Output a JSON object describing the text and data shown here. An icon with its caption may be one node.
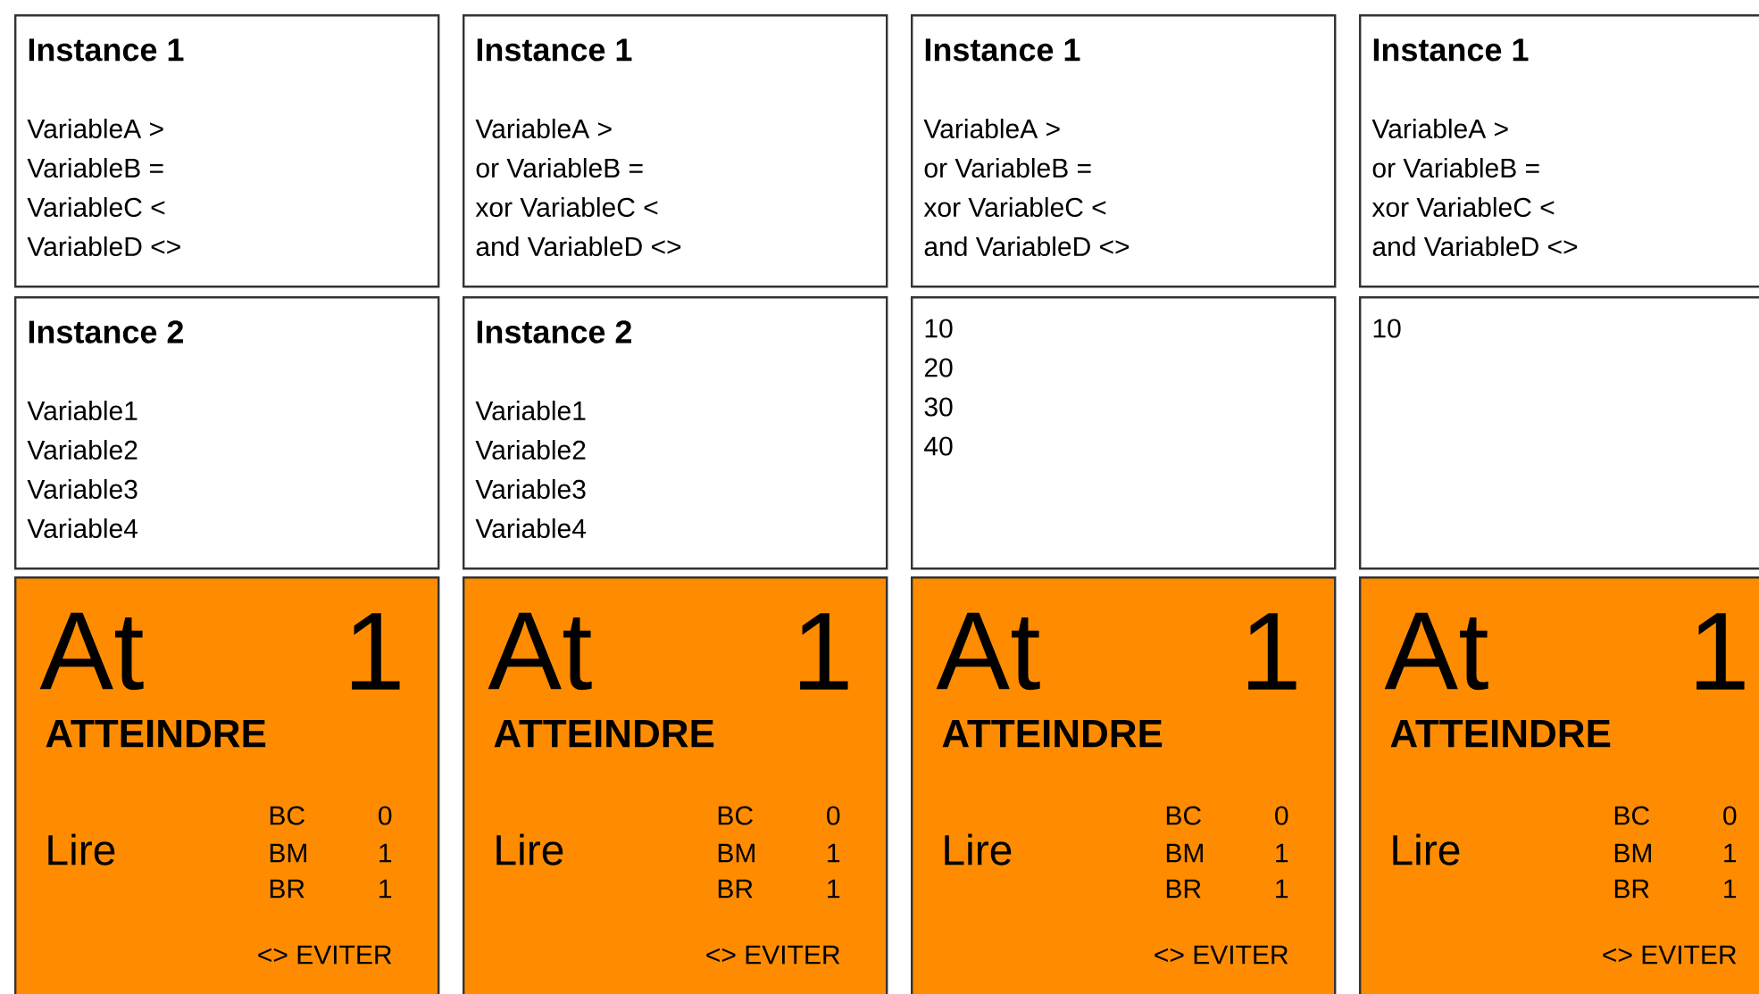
{
  "diagram": {
    "nodes": [
      {
        "text": [
          "Instance 1",
          "VariableA >",
          "VariableB =",
          "VariableC <",
          "VariableD <>"
        ]
      },
      {
        "text": [
          "Instance 1",
          "VariableA >",
          "or VariableB =",
          "xor VariableC <",
          "and VariableD <>"
        ]
      },
      {
        "text": [
          "Instance 1",
          "VariableA >",
          "or VariableB =",
          "xor VariableC <",
          "and VariableD <>"
        ]
      },
      {
        "text": [
          "Instance 1",
          "VariableA >",
          "or VariableB =",
          "xor VariableC <",
          "and VariableD <>"
        ]
      },
      {
        "text": [
          "Instance 2",
          "Variable1",
          "Variable2",
          "Variable3",
          "Variable4"
        ]
      },
      {
        "text": [
          "Instance 2",
          "Variable1",
          "Variable2",
          "Variable3",
          "Variable4"
        ]
      },
      {
        "text": [
          "10",
          "20",
          "30",
          "40"
        ]
      },
      {
        "text": [
          "10"
        ]
      },
      {
        "text": [
          "At",
          "1",
          "ATTEINDRE",
          "Lire",
          "BC",
          "0",
          "BM",
          "1",
          "BR",
          "1",
          "<> EVITER"
        ]
      },
      {
        "text": [
          "At",
          "1",
          "ATTEINDRE",
          "Lire",
          "BC",
          "0",
          "BM",
          "1",
          "BR",
          "1",
          "<> EVITER"
        ]
      },
      {
        "text": [
          "At",
          "1",
          "ATTEINDRE",
          "Lire",
          "BC",
          "0",
          "BM",
          "1",
          "BR",
          "1",
          "<> EVITER"
        ]
      },
      {
        "text": [
          "At",
          "1",
          "ATTEINDRE",
          "Lire",
          "BC",
          "0",
          "BM",
          "1",
          "BR",
          "1",
          "<> EVITER"
        ]
      }
    ]
  }
}
